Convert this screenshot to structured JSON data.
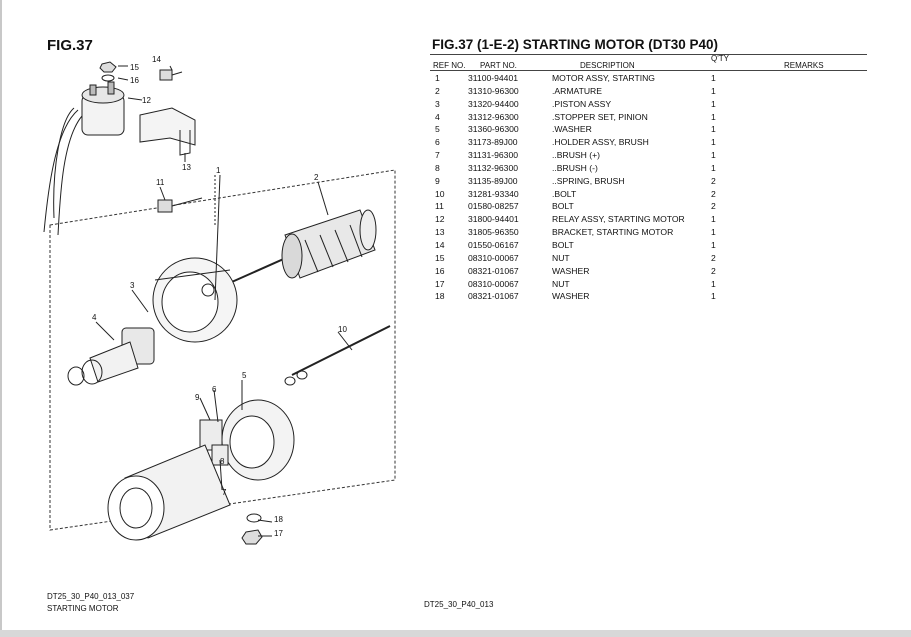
{
  "left_fig": "FIG.37",
  "title": "FIG.37 (1-E-2) STARTING MOTOR (DT30 P40)",
  "table": {
    "headers": {
      "qty": "Q'TY",
      "ref": "REF NO.",
      "part": "PART NO.",
      "desc": "DESCRIPTION",
      "remarks": "REMARKS"
    },
    "rows": [
      {
        "ref": "1",
        "part": "31100-94401",
        "desc": "MOTOR ASSY, STARTING",
        "qty": "1"
      },
      {
        "ref": "2",
        "part": "31310-96300",
        "desc": ".ARMATURE",
        "qty": "1"
      },
      {
        "ref": "3",
        "part": "31320-94400",
        "desc": ".PISTON ASSY",
        "qty": "1"
      },
      {
        "ref": "4",
        "part": "31312-96300",
        "desc": ".STOPPER SET, PINION",
        "qty": "1"
      },
      {
        "ref": "5",
        "part": "31360-96300",
        "desc": ".WASHER",
        "qty": "1"
      },
      {
        "ref": "6",
        "part": "31173-89J00",
        "desc": ".HOLDER ASSY, BRUSH",
        "qty": "1"
      },
      {
        "ref": "7",
        "part": "31131-96300",
        "desc": "..BRUSH (+)",
        "qty": "1"
      },
      {
        "ref": "8",
        "part": "31132-96300",
        "desc": "..BRUSH (-)",
        "qty": "1"
      },
      {
        "ref": "9",
        "part": "31135-89J00",
        "desc": "..SPRING, BRUSH",
        "qty": "2"
      },
      {
        "ref": "10",
        "part": "31281-93340",
        "desc": ".BOLT",
        "qty": "2"
      },
      {
        "ref": "11",
        "part": "01580-08257",
        "desc": "BOLT",
        "qty": "2"
      },
      {
        "ref": "12",
        "part": "31800-94401",
        "desc": "RELAY ASSY, STARTING MOTOR",
        "qty": "1"
      },
      {
        "ref": "13",
        "part": "31805-96350",
        "desc": "BRACKET, STARTING MOTOR",
        "qty": "1"
      },
      {
        "ref": "14",
        "part": "01550-06167",
        "desc": "BOLT",
        "qty": "1"
      },
      {
        "ref": "15",
        "part": "08310-00067",
        "desc": "NUT",
        "qty": "2"
      },
      {
        "ref": "16",
        "part": "08321-01067",
        "desc": "WASHER",
        "qty": "2"
      },
      {
        "ref": "17",
        "part": "08310-00067",
        "desc": "NUT",
        "qty": "1"
      },
      {
        "ref": "18",
        "part": "08321-01067",
        "desc": "WASHER",
        "qty": "1"
      }
    ]
  },
  "diagram": {
    "callouts": [
      "1",
      "2",
      "3",
      "4",
      "5",
      "6",
      "7",
      "8",
      "9",
      "10",
      "11",
      "12",
      "13",
      "14",
      "15",
      "16",
      "17",
      "18"
    ]
  },
  "footer": {
    "left_code": "DT25_30_P40_013_037",
    "left_name": "STARTING MOTOR",
    "right_code": "DT25_30_P40_013"
  }
}
